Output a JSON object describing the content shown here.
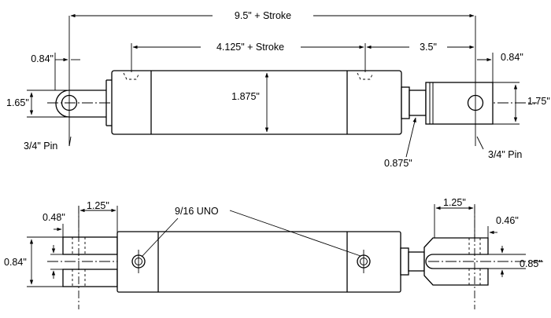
{
  "labels": {
    "overall_length": "9.5\" + Stroke",
    "body_length": "4.125\" + Stroke",
    "rod_end_length": "3.5\"",
    "clevis_offset_left": "0.84\"",
    "clevis_offset_right": "0.84\"",
    "clevis_height_left": "1.65\"",
    "bore_diameter": "1.875\"",
    "rod_end_height": "1.75\"",
    "pin_left": "3/4\" Pin",
    "pin_right": "3/4\" Pin",
    "rod_diameter": "0.875\"",
    "port_spec": "9/16 UNO",
    "bottom_left_spacing": "1.25\"",
    "bottom_right_spacing": "1.25\"",
    "bottom_left_top": "0.48\"",
    "bottom_left_gap": "0.84\"",
    "bottom_right_top": "0.46\"",
    "bottom_right_gap": "0.85\""
  }
}
